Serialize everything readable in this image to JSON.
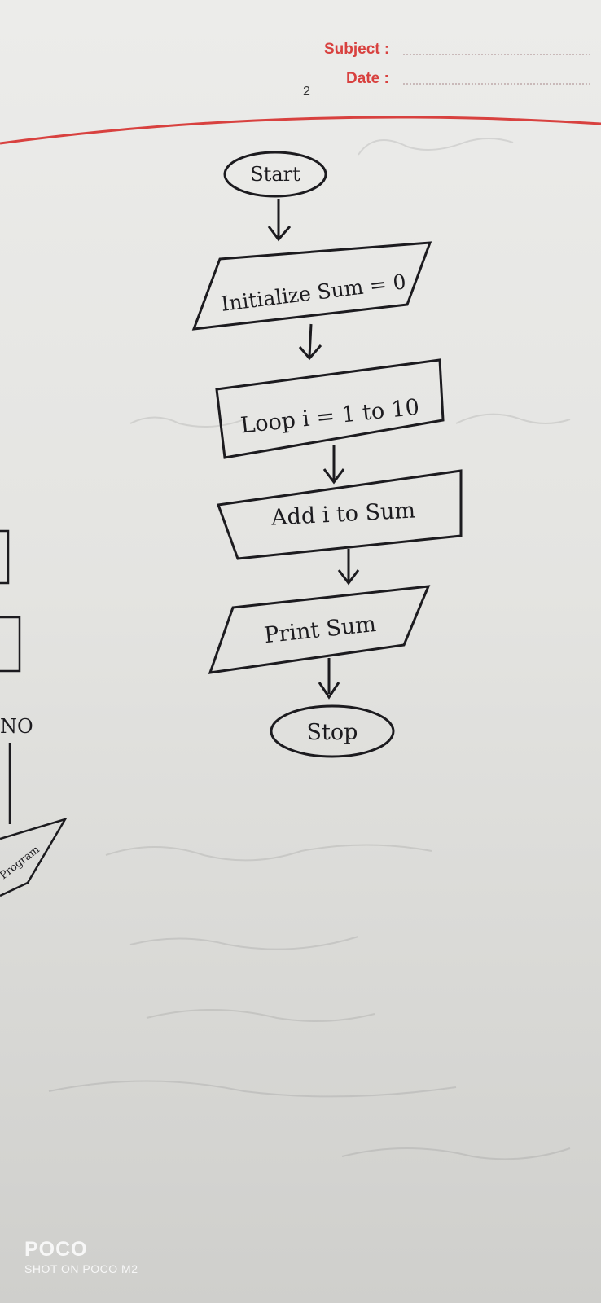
{
  "header": {
    "subject_label": "Subject :",
    "date_label": "Date :",
    "page_number": "2"
  },
  "flowchart": {
    "start": "Start",
    "initialize": "Initialize Sum = 0",
    "loop": "Loop i = 1 to 10",
    "add": "Add i to Sum",
    "print": "Print Sum",
    "stop": "Stop"
  },
  "partial_left": {
    "no_label": "NO",
    "program_label": "Program"
  },
  "watermark": {
    "brand": "POCO",
    "subtitle": "SHOT ON POCO M2"
  },
  "colors": {
    "header_red": "#d8413f",
    "ink": "#1c1b1f",
    "paper": "#e6e6e3"
  }
}
